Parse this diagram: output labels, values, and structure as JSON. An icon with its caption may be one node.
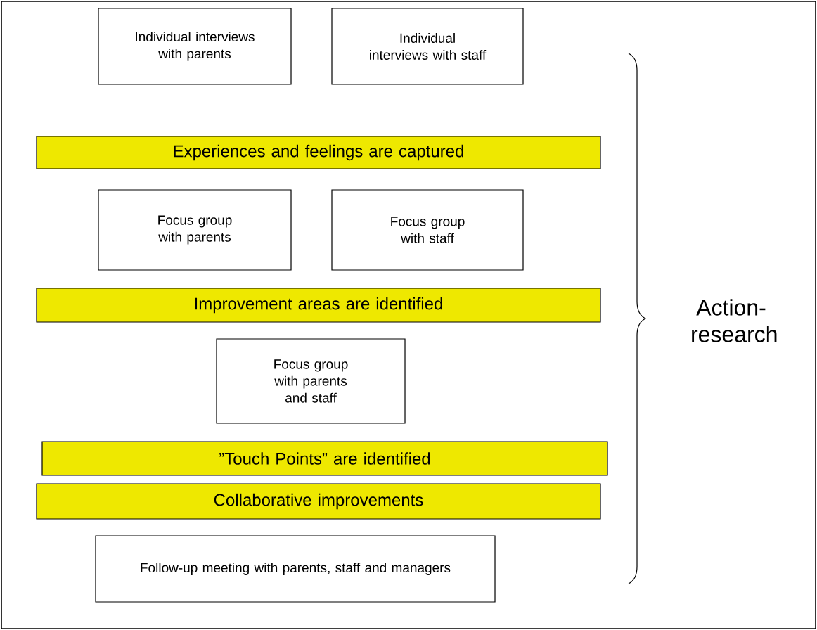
{
  "diagram": {
    "nodes": [
      {
        "text": [
          "Individual interviews with parents"
        ]
      },
      {
        "text": [
          "Individual interviews with staff"
        ]
      },
      {
        "text": [
          "Experiences and feelings are captured"
        ]
      },
      {
        "text": [
          "Focus group with parents"
        ]
      },
      {
        "text": [
          "Focus group with staff"
        ]
      },
      {
        "text": [
          "Improvement areas are identified"
        ]
      },
      {
        "text": [
          "Focus group with parents and staff"
        ]
      },
      {
        "text": [
          "”Touch Points” are identified"
        ]
      },
      {
        "text": [
          "Collaborative improvements"
        ]
      },
      {
        "text": [
          "Follow-up meeting with parents, staff and managers"
        ]
      }
    ],
    "labels": [
      "Action-research"
    ]
  }
}
